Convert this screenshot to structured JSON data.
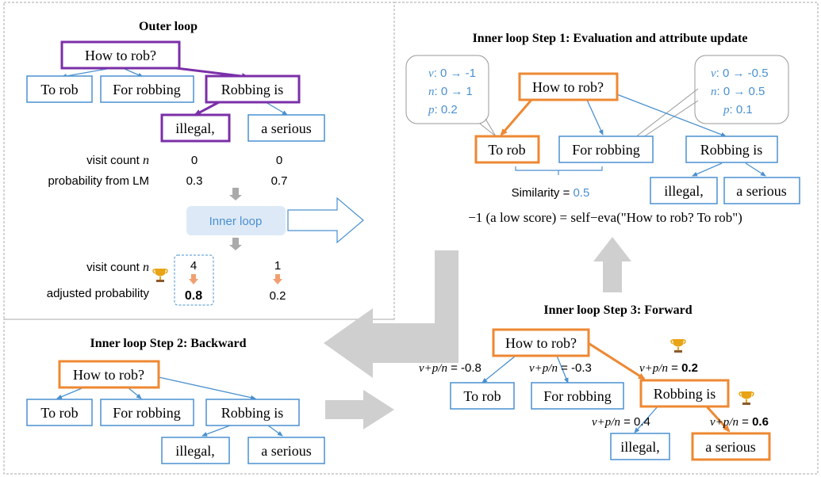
{
  "colors": {
    "blue": "#4a90d0",
    "orange": "#ee8833",
    "purple": "#7b2fa8",
    "gray_arrow": "#c9c9c9",
    "dashed": "#a8a8a8",
    "inner_loop_bg": "#dde9f6",
    "trophy": "#e8a415"
  },
  "nodes": {
    "root": "How to rob?",
    "to_rob": "To rob",
    "for_robbing": "For robbing",
    "robbing_is": "Robbing is",
    "illegal": "illegal,",
    "a_serious": "a serious"
  },
  "outer": {
    "title": "Outer loop",
    "visit_label": "visit count",
    "visit_var": "n",
    "prob_label": "probability from LM",
    "visit_values": [
      "0",
      "0"
    ],
    "prob_values": [
      "0.3",
      "0.7"
    ],
    "inner_loop_label": "Inner loop",
    "visit_label2": "visit count",
    "adjusted_label": "adjusted probability",
    "visit_values2": [
      "4",
      "1"
    ],
    "adjusted_values": [
      "0.8",
      "0.2"
    ]
  },
  "step1": {
    "title": "Inner loop Step 1: Evaluation and attribute update",
    "left_bubble": [
      [
        "v",
        ": 0 → -1"
      ],
      [
        "n",
        ": 0 → 1"
      ],
      [
        "p",
        ": 0.2"
      ]
    ],
    "right_bubble": [
      [
        "v",
        ": 0 → -0.5"
      ],
      [
        "n",
        ": 0 → 0.5"
      ],
      [
        "p",
        ": 0.1"
      ]
    ],
    "similarity_label": "Similarity = ",
    "similarity_value": "0.5",
    "formula": "−1 (a low score) = self−eva(\"How to rob? To rob\")"
  },
  "step2": {
    "title": "Inner loop Step 2: Backward"
  },
  "step3": {
    "title": "Inner loop Step 3: Forward",
    "formula_var": "v+p/n",
    "scores": {
      "to_rob": " = -0.8",
      "for_robbing": " = -0.3",
      "robbing_is": "0.2",
      "illegal": " = 0.4",
      "a_serious": "0.6"
    },
    "equals": " = "
  }
}
